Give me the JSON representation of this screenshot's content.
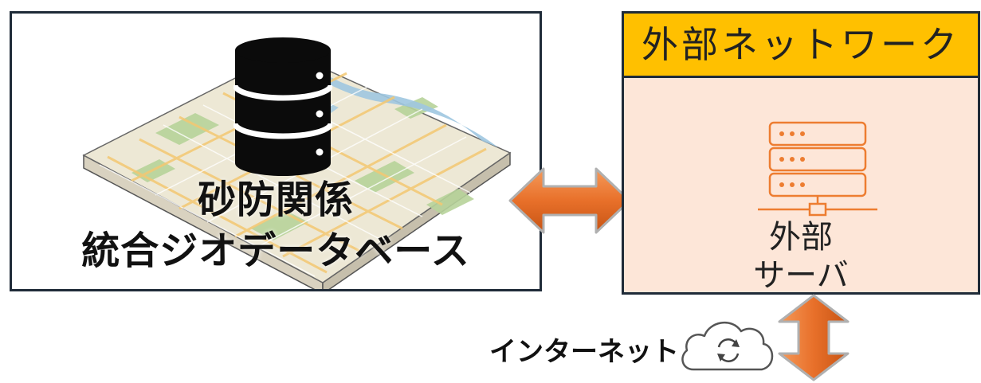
{
  "database": {
    "label_line1": "砂防関係",
    "label_line2": "統合ジオデータベース"
  },
  "external_network": {
    "title": "外部ネットワーク",
    "server_label_line1": "外部",
    "server_label_line2": "サーバ"
  },
  "internet": {
    "label": "インターネット"
  },
  "colors": {
    "header": "#ffc000",
    "network_bg": "#fde6d8",
    "arrow": "#e8702a",
    "server_icon": "#ed7d31",
    "border": "#1f2b38"
  }
}
